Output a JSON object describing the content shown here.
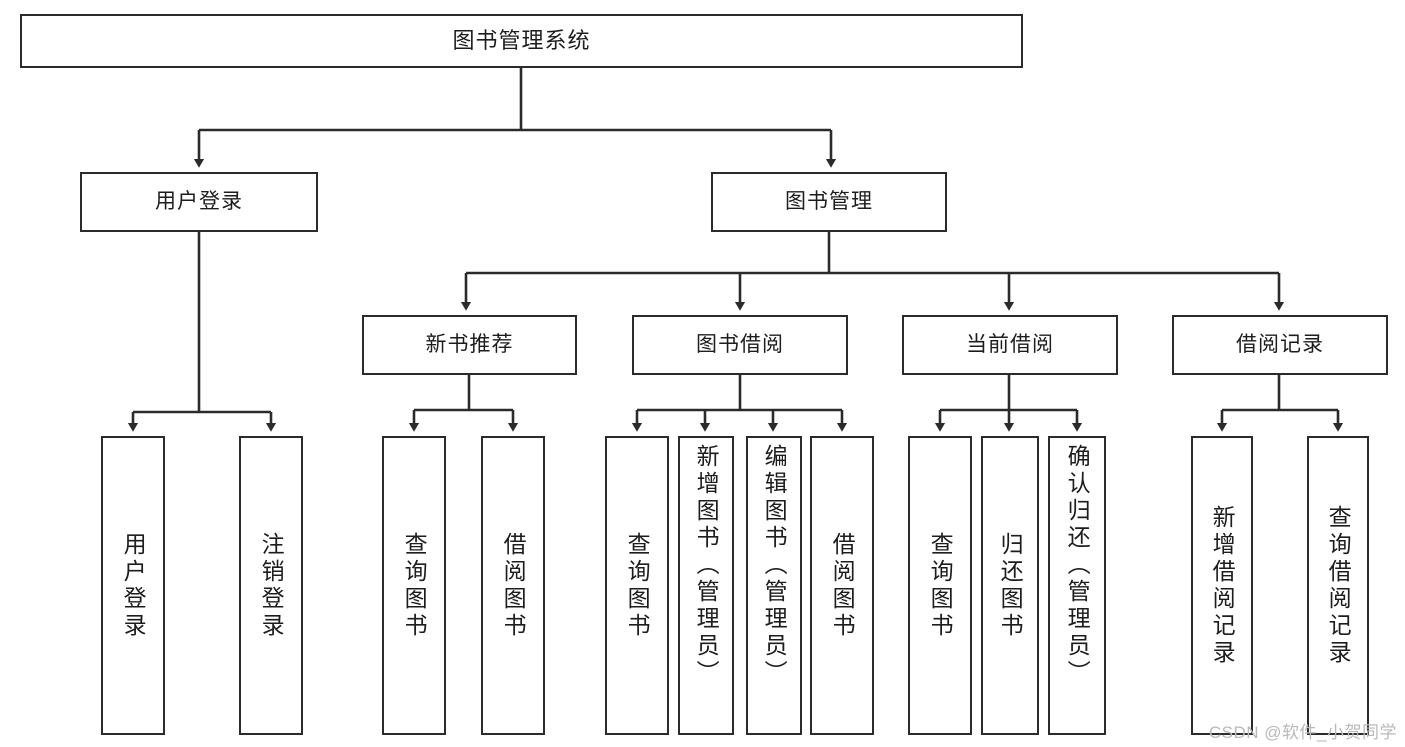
{
  "diagram": {
    "type": "tree",
    "title": "图书管理系统",
    "colors": {
      "background": "#ffffff",
      "box_border": "#2b2b2b",
      "box_fill": "#ffffff",
      "text": "#1d1d1d",
      "connector": "#2b2b2b",
      "watermark": "#b9b9b9"
    },
    "watermark": "CSDN @软件_小贺同学",
    "root": {
      "label": "图书管理系统"
    },
    "level2": [
      {
        "label": "用户登录"
      },
      {
        "label": "图书管理"
      }
    ],
    "level3": [
      {
        "label": "新书推荐"
      },
      {
        "label": "图书借阅"
      },
      {
        "label": "当前借阅"
      },
      {
        "label": "借阅记录"
      }
    ],
    "leaves": [
      {
        "label": "用户登录",
        "parent": "用户登录"
      },
      {
        "label": "注销登录",
        "parent": "用户登录"
      },
      {
        "label": "查询图书",
        "parent": "新书推荐"
      },
      {
        "label": "借阅图书",
        "parent": "新书推荐"
      },
      {
        "label": "查询图书",
        "parent": "图书借阅"
      },
      {
        "label": "新增图书（管理员）",
        "parent": "图书借阅"
      },
      {
        "label": "编辑图书（管理员）",
        "parent": "图书借阅"
      },
      {
        "label": "借阅图书",
        "parent": "图书借阅"
      },
      {
        "label": "查询图书",
        "parent": "当前借阅"
      },
      {
        "label": "归还图书",
        "parent": "当前借阅"
      },
      {
        "label": "确认归还（管理员）",
        "parent": "当前借阅"
      },
      {
        "label": "新增借阅记录",
        "parent": "借阅记录"
      },
      {
        "label": "查询借阅记录",
        "parent": "借阅记录"
      }
    ]
  }
}
